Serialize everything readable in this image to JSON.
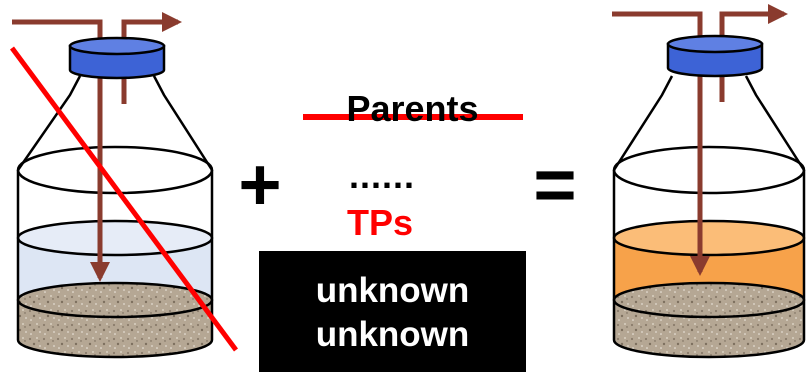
{
  "labels": {
    "plus": "+",
    "equals": "=",
    "parents": "Parents",
    "dots": "......",
    "tps": "TPs",
    "unknown_line1": "unknown",
    "unknown_line2": "unknown"
  },
  "colors": {
    "cap": "#3d63d6",
    "tube": "#8a3b2e",
    "left_liquid": "#dde6f4",
    "right_liquid": "#f7a24a",
    "sediment": "#b8aa98",
    "strike": "#ff0000",
    "tps_text": "#ff0000",
    "box": "#000000"
  },
  "icons": {
    "left": "crossed-out-bottle-icon",
    "right": "filled-bottle-icon"
  }
}
